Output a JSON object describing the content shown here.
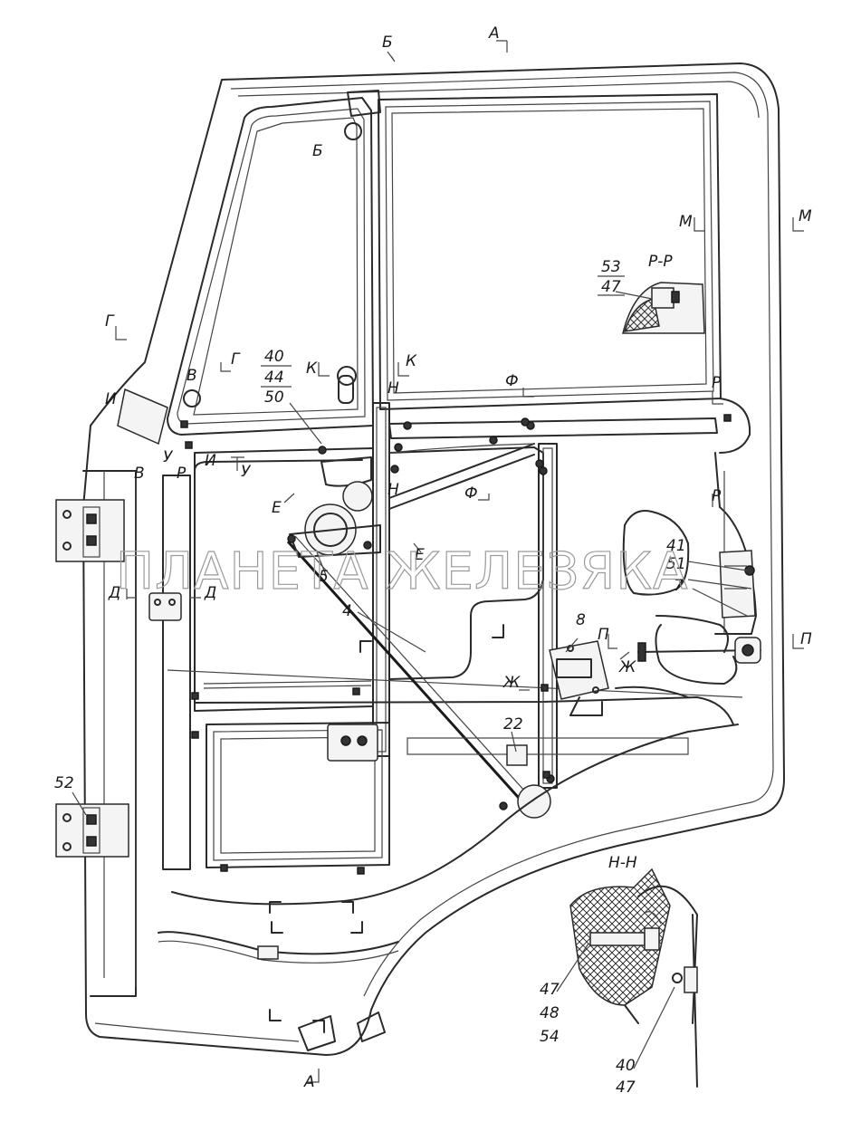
{
  "watermark": "ПЛАНЕТА ЖЕЛЕЗЯКА",
  "section_views": {
    "p_p": "Р-Р",
    "n_n": "Н-Н"
  },
  "section_marks": {
    "a_top": "А",
    "a_bottom": "А",
    "b_top": "Б",
    "b_inner": "Б",
    "m_left": "М",
    "m_right": "М",
    "g_left": "Г",
    "g_inner": "Г",
    "v_top": "В",
    "v_bottom": "В",
    "i_left": "И",
    "i_right": "И",
    "r_left": "Р",
    "r_right_top": "Р",
    "r_right_bottom": "Р",
    "u_left": "У",
    "u_right": "У",
    "k_left": "К",
    "k_right": "К",
    "n_top": "Н",
    "n_bottom": "Н",
    "f_top": "Ф",
    "f_bottom": "Ф",
    "e_left": "Е",
    "e_right": "Е",
    "d_left": "Д",
    "d_right": "Д",
    "p_left": "П",
    "p_right": "П",
    "zh_left": "Ж",
    "zh_right": "Ж"
  },
  "callouts": {
    "c40": "40",
    "c44": "44",
    "c50": "50",
    "c53": "53",
    "c47": "47",
    "c41": "41",
    "c51": "51",
    "c7": "7",
    "c5": "5",
    "c4": "4",
    "c8": "8",
    "c22": "22",
    "c52": "52",
    "nn_47": "47",
    "nn_48": "48",
    "nn_54": "54",
    "nn_40": "40",
    "nn_47b": "47"
  },
  "colors": {
    "line": "#2a2a2a",
    "background": "#ffffff",
    "watermark": "#9a9a9a"
  }
}
